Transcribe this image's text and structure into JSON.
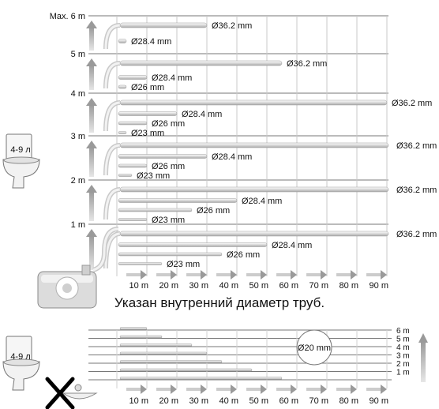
{
  "caption": "Указан внутренний диаметр труб.",
  "colors": {
    "grid": "#777777",
    "pipe_fill": "#eeeeee",
    "pipe_edge": "#999999",
    "arrow": "#bbbbbb"
  },
  "toilet_label_top": "4-9 л",
  "toilet_label_bottom": "4-9 л",
  "chart_top": {
    "max_label": "Max. 6 m",
    "y_labels": [
      "5 m",
      "4 m",
      "3 m",
      "2 m",
      "1 m"
    ],
    "x_labels": [
      "10 m",
      "20 m",
      "30 m",
      "40 m",
      "50 m",
      "60 m",
      "70 m",
      "80 m",
      "90 m"
    ],
    "rows": [
      {
        "height_m": 6,
        "pipes": [
          {
            "label": "Ø36.2 mm",
            "length_m": 30
          },
          {
            "label": "Ø28.4 mm",
            "length_m": 0
          }
        ]
      },
      {
        "height_m": 5,
        "pipes": [
          {
            "label": "Ø36.2 mm",
            "length_m": 55
          },
          {
            "label": "Ø28.4 mm",
            "length_m": 10
          },
          {
            "label": "Ø26 mm",
            "length_m": 0
          }
        ]
      },
      {
        "height_m": 4,
        "pipes": [
          {
            "label": "Ø36.2 mm",
            "length_m": 90
          },
          {
            "label": "Ø28.4 mm",
            "length_m": 20
          },
          {
            "label": "Ø26 mm",
            "length_m": 10
          },
          {
            "label": "Ø23 mm",
            "length_m": 0
          }
        ]
      },
      {
        "height_m": 3,
        "pipes": [
          {
            "label": "Ø36.2 mm",
            "length_m": 100
          },
          {
            "label": "Ø28.4 mm",
            "length_m": 30
          },
          {
            "label": "Ø26 mm",
            "length_m": 10
          },
          {
            "label": "Ø23 mm",
            "length_m": 5
          }
        ]
      },
      {
        "height_m": 2,
        "pipes": [
          {
            "label": "Ø36.2 mm",
            "length_m": 100
          },
          {
            "label": "Ø28.4 mm",
            "length_m": 40
          },
          {
            "label": "Ø26 mm",
            "length_m": 25
          },
          {
            "label": "Ø23 mm",
            "length_m": 10
          }
        ]
      },
      {
        "height_m": 1,
        "pipes": [
          {
            "label": "Ø36.2 mm",
            "length_m": 100
          },
          {
            "label": "Ø28.4 mm",
            "length_m": 50
          },
          {
            "label": "Ø26 mm",
            "length_m": 35
          },
          {
            "label": "Ø23 mm",
            "length_m": 15
          }
        ]
      }
    ]
  },
  "chart_bottom": {
    "x_labels": [
      "10 m",
      "20 m",
      "30 m",
      "40 m",
      "50 m",
      "60 m",
      "70 m",
      "80 m",
      "90 m"
    ],
    "y_labels": [
      "6 m",
      "5 m",
      "4 m",
      "3 m",
      "2 m",
      "1 m"
    ],
    "diameter_label": "Ø20 mm",
    "lengths_m": [
      0,
      15,
      25,
      30,
      35,
      45,
      55
    ]
  }
}
